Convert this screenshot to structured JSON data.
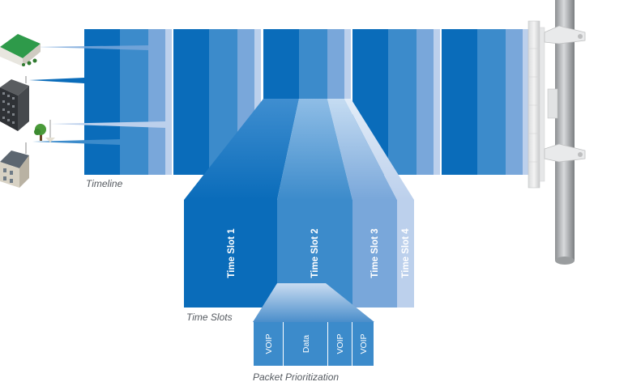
{
  "labels": {
    "timeline": "Timeline",
    "time_slots": "Time Slots",
    "packet_prioritization": "Packet Prioritization"
  },
  "time_slots": [
    "Time Slot 1",
    "Time Slot 2",
    "Time Slot 3",
    "Time Slot 4"
  ],
  "packets": [
    "VOIP",
    "Data",
    "VOIP",
    "VOIP"
  ],
  "colors": {
    "shade1": "#0a6cba",
    "shade2": "#3c8bcb",
    "shade3": "#79a7da",
    "shade4": "#bcd0ec",
    "label": "#555a60"
  },
  "icons": [
    "office-building-icon",
    "apartment-building-icon",
    "tree-icon",
    "house-icon",
    "antenna-mast-icon"
  ]
}
